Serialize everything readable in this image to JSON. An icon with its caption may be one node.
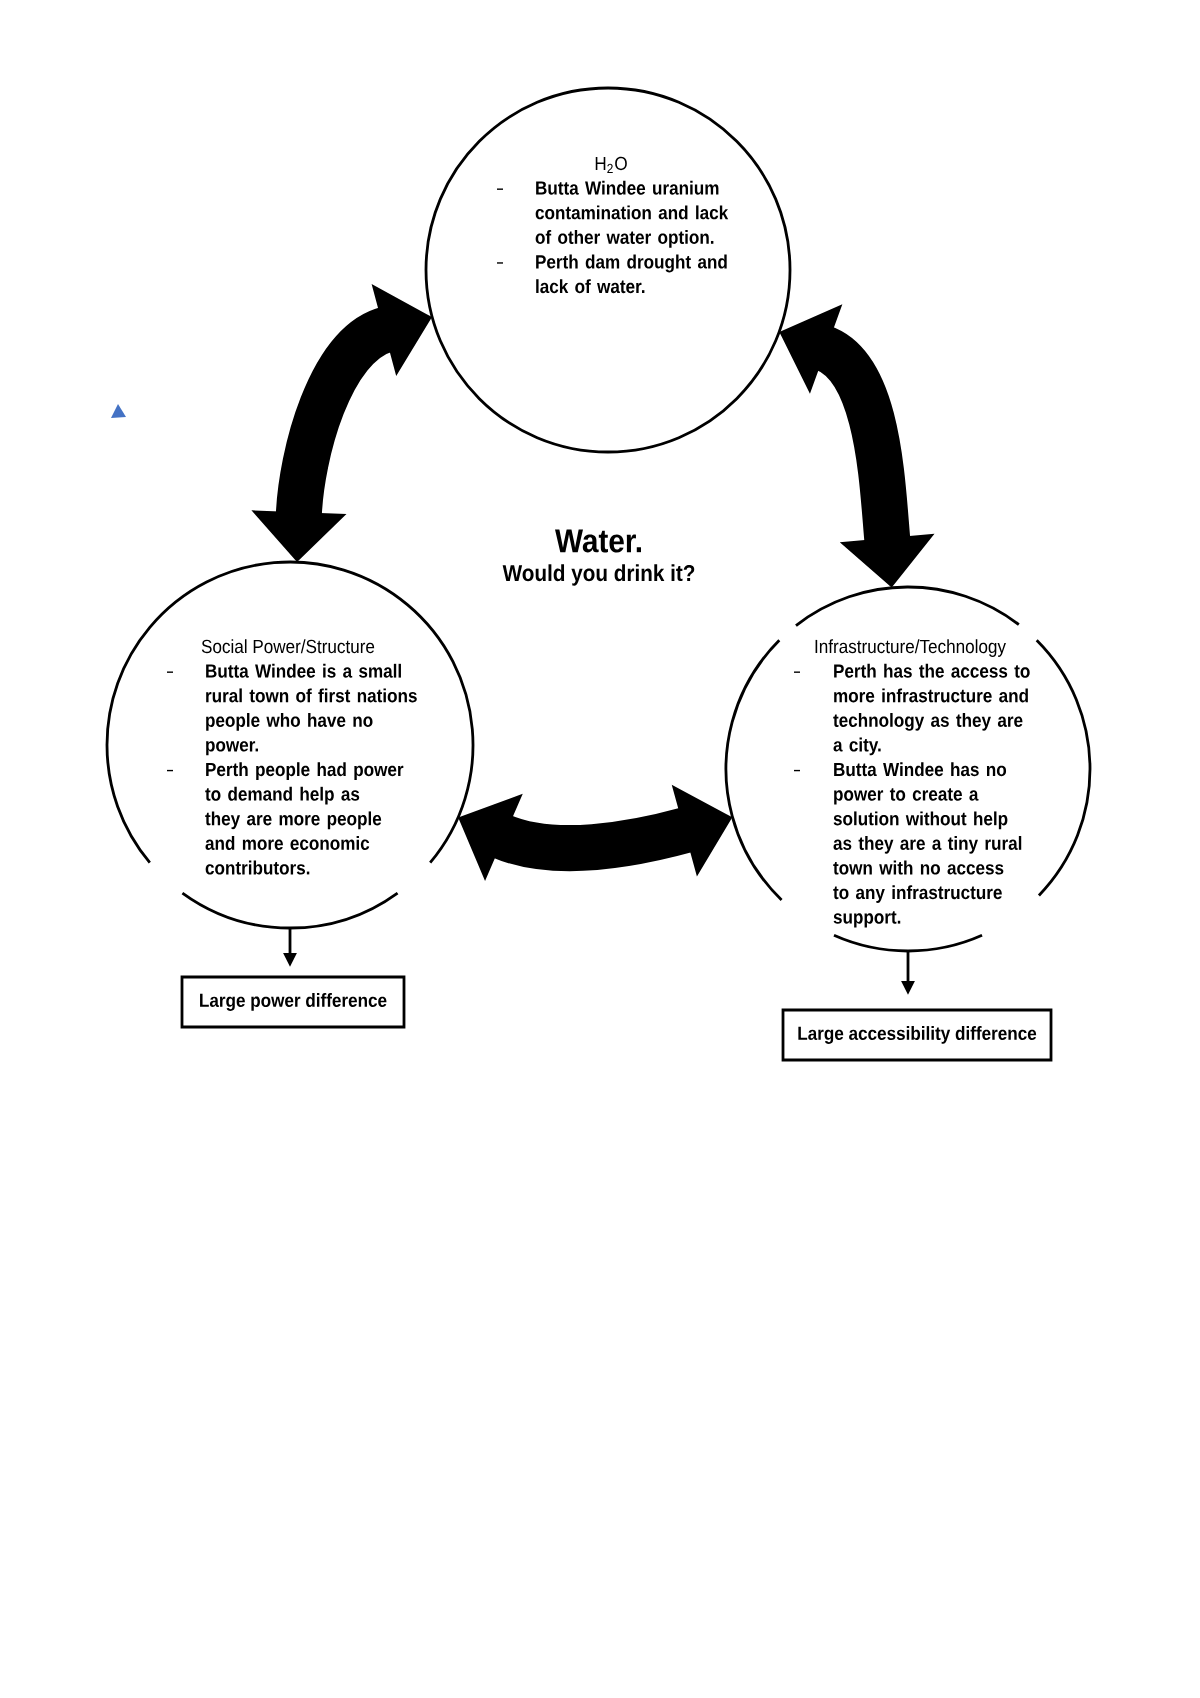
{
  "diagram": {
    "title": "Water.",
    "nodes": [
      {
        "text": [
          "H$_{2}$O",
          "Butta Windee uranium contamination and lack of other water option.",
          "Perth dam drought and lack of water."
        ]
      },
      {
        "text": [
          "Social Power/Structure",
          "Butta Windee is a small rural town of first nations people who have no power.",
          "Perth people had power to demand help as they are more people and more economic contributors."
        ]
      },
      {
        "text": [
          "Infrastructure/Technology",
          "Perth has the access to more infrastructure and technology as they are a city.",
          "Butta Windee has no power to create a solution without help as they are a tiny rural town with no access to any infrastructure support."
        ]
      },
      {
        "text": [
          "Large power difference"
        ]
      },
      {
        "text": [
          "Large accessibility difference"
        ]
      }
    ],
    "edges": [
      {
        "from": 0,
        "to": 1,
        "arrow": "both"
      },
      {
        "from": 0,
        "to": 2,
        "arrow": "both"
      },
      {
        "from": 1,
        "to": 2,
        "arrow": "both"
      },
      {
        "from": 1,
        "to": 3,
        "arrow": "to"
      },
      {
        "from": 2,
        "to": 4,
        "arrow": "to"
      }
    ],
    "labels": [
      "Would you drink it?"
    ]
  }
}
